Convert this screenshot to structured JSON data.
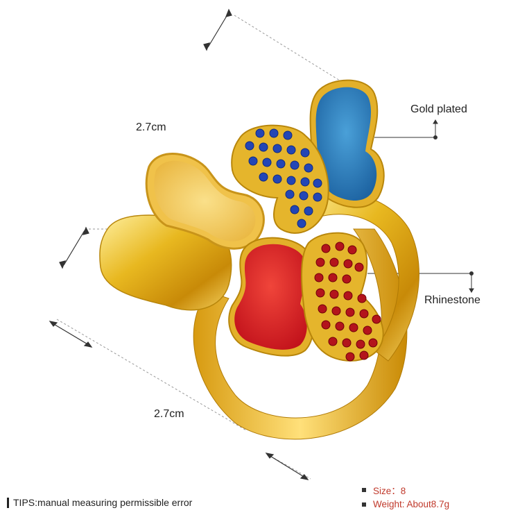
{
  "dimensions": {
    "width_label": "2.7cm",
    "height_label": "2.7cm"
  },
  "callouts": {
    "material": "Gold plated",
    "stone": "Rhinestone"
  },
  "tips": "TIPS:manual measuring permissible error",
  "specs": {
    "size": "Size：8",
    "weight": "Weight: About8.7g"
  },
  "colors": {
    "gold": "#e8b820",
    "enamel_blue": "#2a7fc0",
    "enamel_red": "#e0242c",
    "enamel_yellow": "#f3d060",
    "rhinestone_blue": "#2346b5",
    "rhinestone_red": "#b3141c",
    "spec_text": "#c0392b"
  }
}
